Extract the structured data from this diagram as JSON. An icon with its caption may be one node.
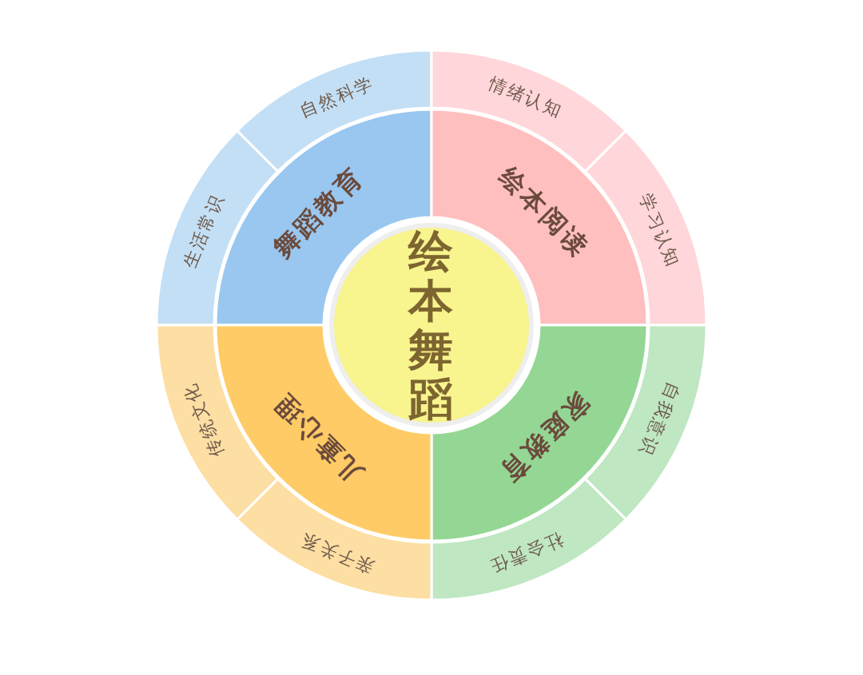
{
  "diagram": {
    "nodes": [
      {
        "text": [
          "绘本舞蹈"
        ]
      },
      {
        "text": [
          "舞蹈教育"
        ]
      },
      {
        "text": [
          "绘本阅读"
        ]
      },
      {
        "text": [
          "家庭教育"
        ]
      },
      {
        "text": [
          "儿童心理"
        ]
      },
      {
        "text": [
          "自然科学"
        ]
      },
      {
        "text": [
          "生活常识"
        ]
      },
      {
        "text": [
          "情绪认知"
        ]
      },
      {
        "text": [
          "学习认知"
        ]
      },
      {
        "text": [
          "自我意识"
        ]
      },
      {
        "text": [
          "社会责任"
        ]
      },
      {
        "text": [
          "亲子关系"
        ]
      },
      {
        "text": [
          "传统文化"
        ]
      }
    ]
  }
}
